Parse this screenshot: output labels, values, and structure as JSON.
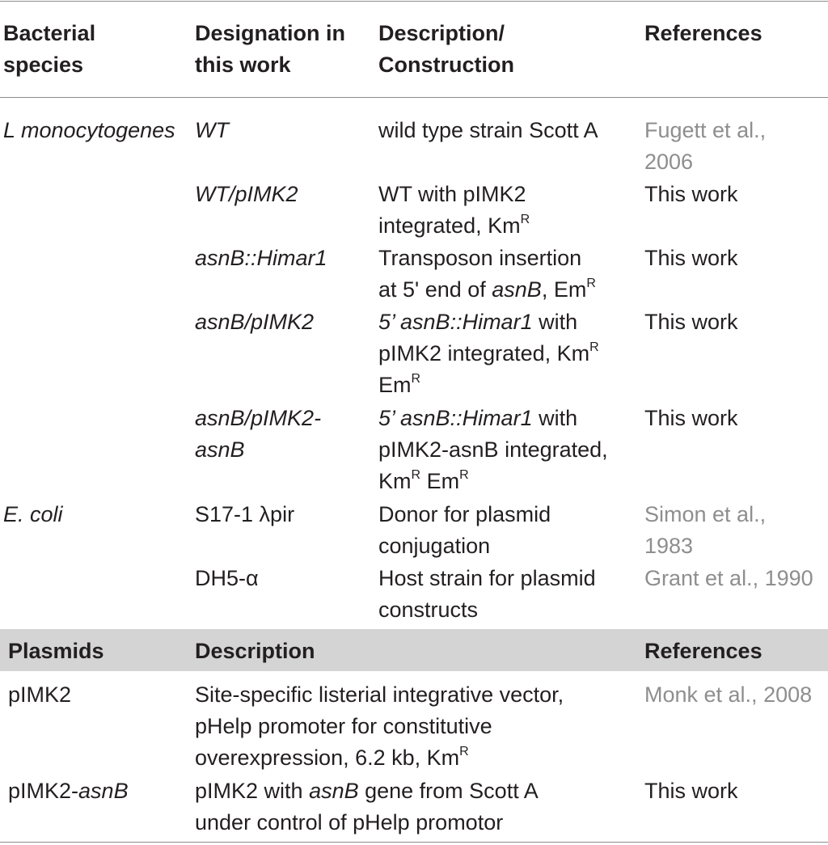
{
  "table": {
    "header": {
      "col1": [
        "Bacterial",
        "species"
      ],
      "col2": [
        "Designation in",
        "this work"
      ],
      "col3": [
        "Description/",
        "Construction"
      ],
      "col4": "References"
    },
    "strains": {
      "lmono": {
        "species": "L monocytogenes",
        "rows": [
          {
            "designation": "WT",
            "desc": [
              "wild type strain Scott A"
            ],
            "ref": [
              "Fugett et al.,",
              "2006"
            ]
          },
          {
            "designation": "WT/pIMK2",
            "desc": [
              "WT with pIMK2",
              "integrated, Km"
            ],
            "sup": "R",
            "ref": "This work"
          },
          {
            "designation": "asnB::Himar1",
            "desc": [
              "Transposon insertion",
              "at 5' end of ",
              "asnB",
              ", Em"
            ],
            "sup": "R",
            "ref": "This work"
          },
          {
            "designation": "asnB/pIMK2",
            "desc": [
              "5’ asnB::Himar1",
              " with",
              "pIMK2 integrated, Km",
              "Em"
            ],
            "sup": "R",
            "ref": "This work"
          },
          {
            "designation": [
              "asnB/pIMK2-",
              "asnB"
            ],
            "desc": [
              "5’ asnB::Himar1",
              " with",
              "pIMK2-asnB integrated,",
              "Km",
              " Em"
            ],
            "sup": "R",
            "ref": "This work"
          }
        ]
      },
      "ecoli": {
        "species": "E. coli",
        "rows": [
          {
            "designation": "S17-1 λpir",
            "desc": [
              "Donor for plasmid",
              "conjugation"
            ],
            "ref": [
              "Simon et al.,",
              "1983"
            ]
          },
          {
            "designation": "DH5-α",
            "desc": [
              "Host strain for plasmid",
              "constructs"
            ],
            "ref": "Grant et al., 1990"
          }
        ]
      }
    },
    "plasmid_header": {
      "col1": "Plasmids",
      "col2": "Description",
      "col4": "References"
    },
    "plasmids": [
      {
        "name": "pIMK2",
        "desc": [
          "Site-specific listerial integrative vector,",
          "pHelp promoter for constitutive",
          "overexpression, 6.2 kb, Km"
        ],
        "sup": "R",
        "ref": "Monk et al., 2008"
      },
      {
        "name": [
          "pIMK2-",
          "asnB"
        ],
        "desc": [
          "pIMK2 with ",
          "asnB",
          " gene from Scott A",
          "under control of pHelp promotor"
        ],
        "ref": "This work"
      }
    ]
  }
}
